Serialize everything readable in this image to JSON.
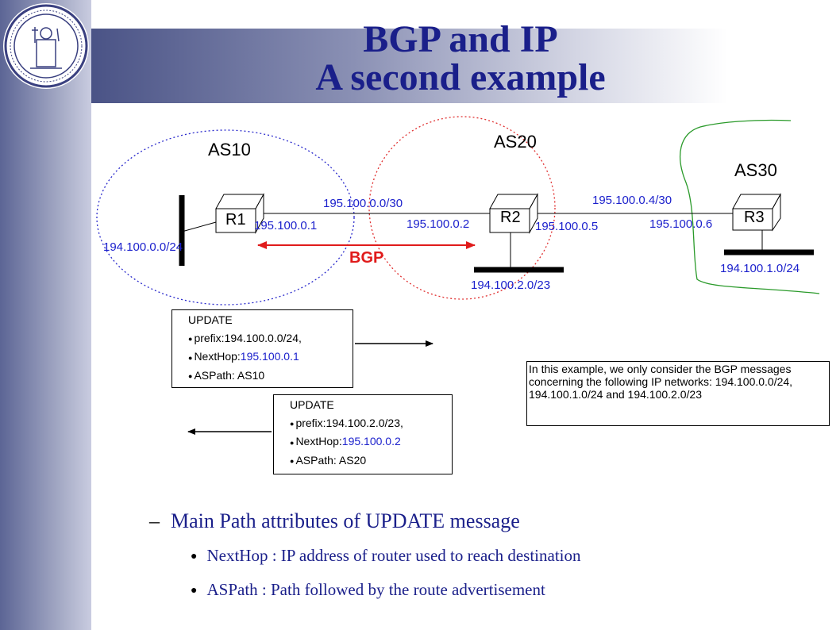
{
  "title": {
    "line1": "BGP and IP",
    "line2": "A second example"
  },
  "diagram": {
    "as_labels": [
      "AS10",
      "AS20",
      "AS30"
    ],
    "routers": [
      "R1",
      "R2",
      "R3"
    ],
    "links": [
      {
        "subnet": "195.100.0.0/30",
        "left_ip": "195.100.0.1",
        "right_ip": "195.100.0.2"
      },
      {
        "subnet": "195.100.0.4/30",
        "left_ip": "195.100.0.5",
        "right_ip": "195.100.0.6"
      }
    ],
    "networks": [
      "194.100.0.0/24",
      "194.100.2.0/23",
      "194.100.1.0/24"
    ],
    "session_label": "BGP"
  },
  "update1": {
    "header": "UPDATE",
    "prefix": "prefix:194.100.0.0/24,",
    "nexthop_label": "NextHop:",
    "nexthop_value": "195.100.0.1",
    "aspath": "ASPath: AS10"
  },
  "update2": {
    "header": "UPDATE",
    "prefix": "prefix:194.100.2.0/23,",
    "nexthop_label": "NextHop:",
    "nexthop_value": "195.100.0.2",
    "aspath": "ASPath: AS20"
  },
  "note": "In this example, we only consider the BGP messages concerning the following IP networks: 194.100.0.0/24, 194.100.1.0/24 and 194.100.2.0/23",
  "bullets": {
    "main": "Main Path attributes of UPDATE message",
    "items": [
      "NextHop : IP address of router used to reach destination",
      "ASPath : Path followed by the route advertisement"
    ]
  },
  "colors": {
    "title": "#1a1f8a",
    "ip": "#1a1fcc",
    "bgp": "#e01b1b",
    "as10_boundary": "#2a2acc",
    "as20_boundary": "#e03030",
    "as30_boundary": "#2a9a2a"
  }
}
